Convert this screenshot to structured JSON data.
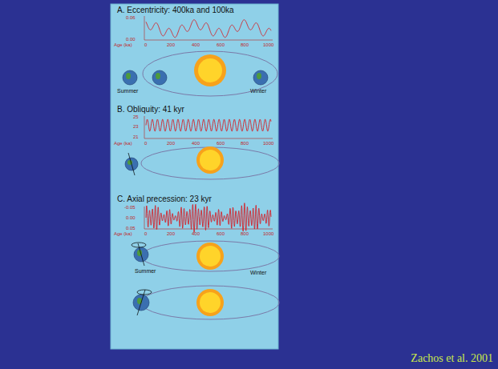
{
  "diagram": {
    "caption": "Zachos et al. 2001",
    "labels": [
      "A. Eccentricity: 400ka and 100ka",
      "0.06",
      "0.00",
      "Age (ka)",
      "0",
      "200",
      "400",
      "600",
      "800",
      "1000",
      "Summer",
      "Winter",
      "B. Obliquity: 41 kyr",
      "25",
      "23",
      "21",
      "Age (ka)",
      "0",
      "200",
      "400",
      "600",
      "800",
      "1000",
      "C. Axial precession: 23 kyr",
      "-0.05",
      "0.00",
      "0.05",
      "Age (ka)",
      "0",
      "200",
      "400",
      "600",
      "800",
      "1000",
      "Summer",
      "Winter"
    ]
  }
}
